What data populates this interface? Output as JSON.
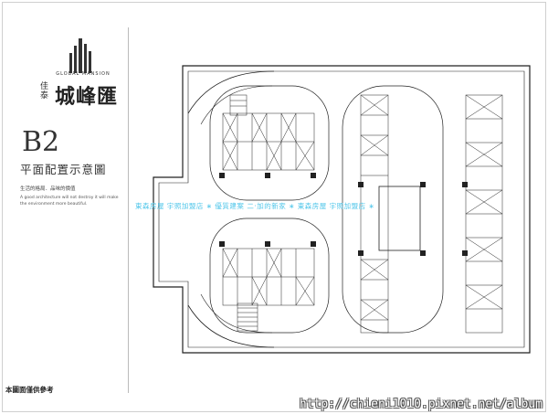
{
  "brand": {
    "logo_caption": "GLOBAL MANSION",
    "name_small": "佳泰",
    "name_large": "城峰匯"
  },
  "level": "B2",
  "subtitle": "平面配置示意圖",
  "tagline": "生活的格局．品味的價值",
  "english_line": "A good architecture will not destroy it will make the environment more beautiful.",
  "disclaimer": "本圖面僅供參考",
  "watermark": "東森房屋 宇照加盟店 ∗ 優質建案 二·加的新家 ∗ 東森房屋 宇照加盟店 ∗",
  "url": "http://chieni1010.pixnet.net/album",
  "colors": {
    "line": "#222222",
    "accent": "#4fc6ea"
  }
}
